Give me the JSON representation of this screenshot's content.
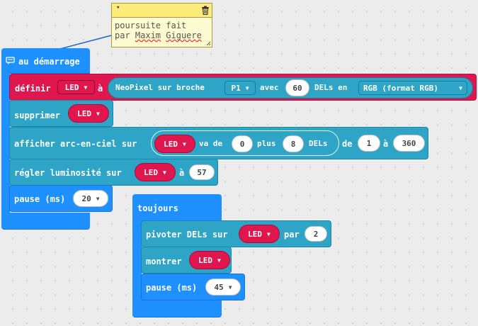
{
  "comment": {
    "line1": "poursuite fait",
    "line2_prefix": "par ",
    "line2_name1": "Maxim",
    "line2_space": " ",
    "line2_name2": "Giguere"
  },
  "on_start": {
    "label": "au démarrage",
    "define": {
      "label": "définir",
      "var": "LED",
      "to": "à",
      "neopixel_label": "NeoPixel sur broche",
      "pin": "P1",
      "with": "avec",
      "count": "60",
      "leds_in": "DELs en",
      "mode": "RGB (format RGB)"
    },
    "clear": {
      "label": "supprimer",
      "var": "LED"
    },
    "rainbow": {
      "label": "afficher arc-en-ciel sur",
      "var": "LED",
      "range_from": "va de",
      "start": "0",
      "plus": "plus",
      "length": "8",
      "leds": "DELs",
      "from": "de",
      "hue_start": "1",
      "to": "à",
      "hue_end": "360"
    },
    "brightness": {
      "label": "régler luminosité sur",
      "var": "LED",
      "to": "à",
      "value": "57"
    },
    "pause": {
      "label": "pause (ms)",
      "value": "20"
    }
  },
  "forever": {
    "label": "toujours",
    "rotate": {
      "label": "pivoter DELs sur",
      "var": "LED",
      "by": "par",
      "value": "2"
    },
    "show": {
      "label": "montrer",
      "var": "LED"
    },
    "pause": {
      "label": "pause (ms)",
      "value": "45"
    }
  },
  "colors": {
    "basic_blue": "#1e90ff",
    "neopixel_teal": "#2ea4c6",
    "variable_red": "#e0174e",
    "comment_yellow": "#fffbd0"
  }
}
